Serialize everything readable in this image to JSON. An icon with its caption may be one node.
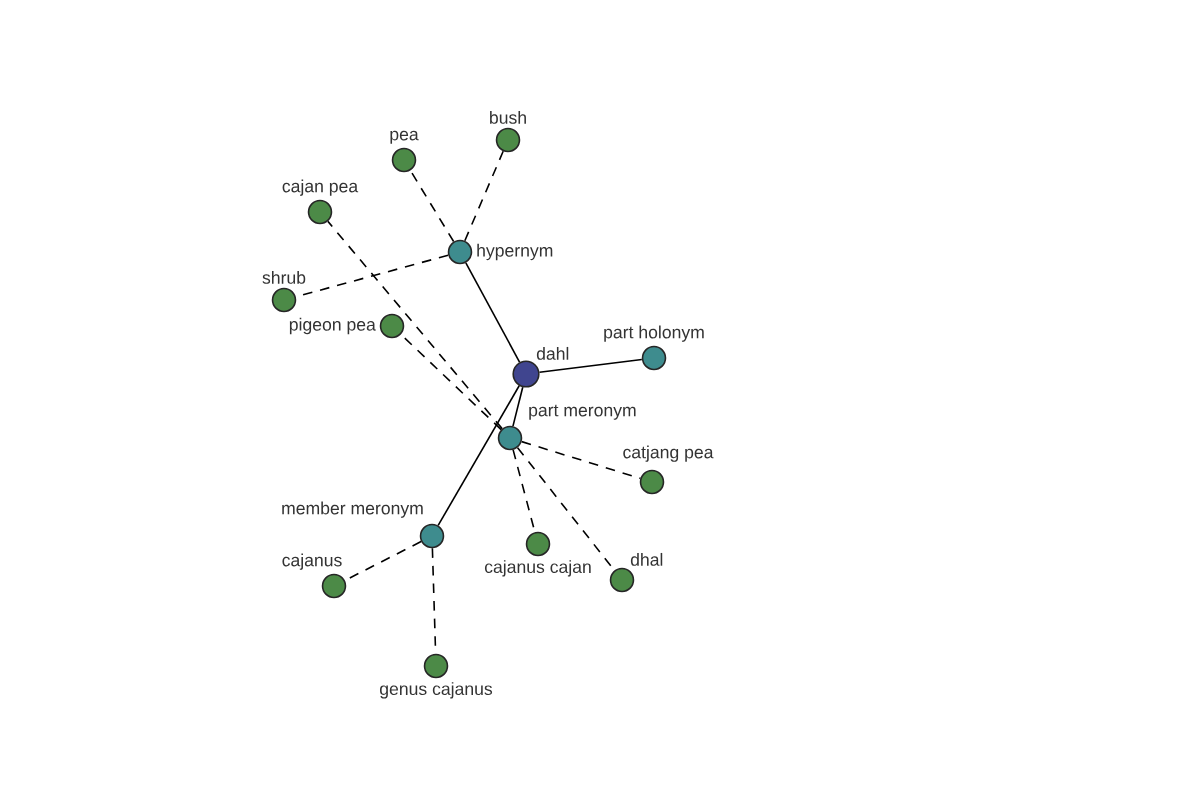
{
  "diagram": {
    "nodes": [
      {
        "text": [
          "bush"
        ]
      },
      {
        "text": [
          "pea"
        ]
      },
      {
        "text": [
          "cajan pea"
        ]
      },
      {
        "text": [
          "hypernym"
        ]
      },
      {
        "text": [
          "shrub"
        ]
      },
      {
        "text": [
          "pigeon pea"
        ]
      },
      {
        "text": [
          "part holonym"
        ]
      },
      {
        "text": [
          "dahl"
        ]
      },
      {
        "text": [
          "part meronym"
        ]
      },
      {
        "text": [
          "catjang pea"
        ]
      },
      {
        "text": [
          "member meronym"
        ]
      },
      {
        "text": [
          "cajanus cajan"
        ]
      },
      {
        "text": [
          "dhal"
        ]
      },
      {
        "text": [
          "cajanus"
        ]
      },
      {
        "text": [
          "genus cajanus"
        ]
      }
    ],
    "edges": [
      {
        "from": 7,
        "to": 3,
        "arrow": "none"
      },
      {
        "from": 7,
        "to": 6,
        "arrow": "none"
      },
      {
        "from": 7,
        "to": 8,
        "arrow": "none"
      },
      {
        "from": 7,
        "to": 10,
        "arrow": "none"
      },
      {
        "from": 3,
        "to": 1,
        "arrow": "none",
        "style": "dashed"
      },
      {
        "from": 3,
        "to": 0,
        "arrow": "none",
        "style": "dashed"
      },
      {
        "from": 3,
        "to": 4,
        "arrow": "none",
        "style": "dashed"
      },
      {
        "from": 8,
        "to": 2,
        "arrow": "none",
        "style": "dashed"
      },
      {
        "from": 8,
        "to": 5,
        "arrow": "none",
        "style": "dashed"
      },
      {
        "from": 8,
        "to": 9,
        "arrow": "none",
        "style": "dashed"
      },
      {
        "from": 8,
        "to": 11,
        "arrow": "none",
        "style": "dashed"
      },
      {
        "from": 8,
        "to": 12,
        "arrow": "none",
        "style": "dashed"
      },
      {
        "from": 10,
        "to": 13,
        "arrow": "none",
        "style": "dashed"
      },
      {
        "from": 10,
        "to": 14,
        "arrow": "none",
        "style": "dashed"
      }
    ]
  }
}
